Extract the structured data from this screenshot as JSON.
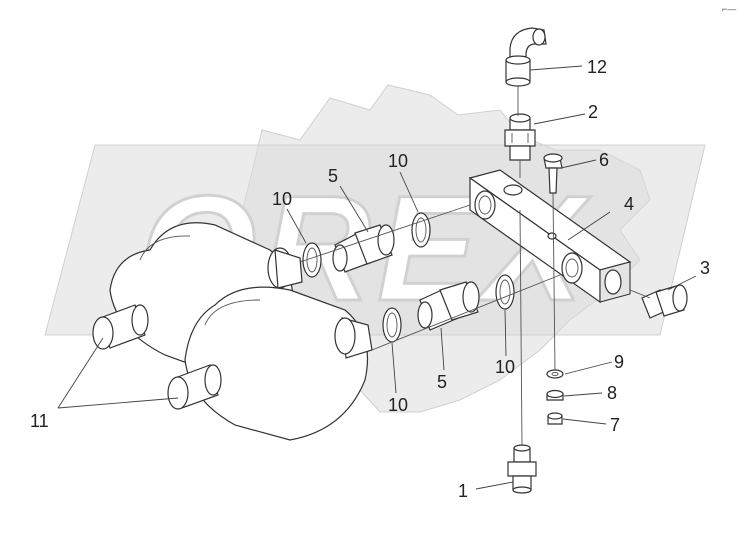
{
  "corner_mark": "⌐—",
  "watermark": {
    "text": "OREX",
    "color": "#d6d6d6"
  },
  "callouts": [
    "1",
    "2",
    "3",
    "4",
    "5",
    "5",
    "6",
    "7",
    "8",
    "9",
    "10",
    "10",
    "10",
    "10",
    "11",
    "12"
  ],
  "colors": {
    "line": "#333333",
    "fill": "#ffffff",
    "shade": "#e4e4e4"
  }
}
